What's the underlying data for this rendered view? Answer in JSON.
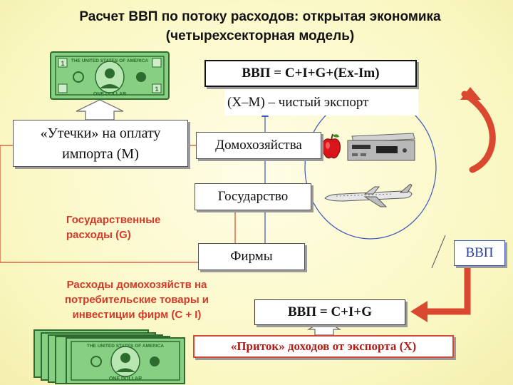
{
  "title": {
    "line1": "Расчет ВВП по потоку расходов: открытая экономика",
    "line2": "(четырехсекторная модель)"
  },
  "formula_top": "ВВП = С+I+G+(Ex-Im)",
  "net_exports": "(X–M) – чистый экспорт",
  "leaks": {
    "line1": "«Утечки» на оплату",
    "line2": "импорта (M)"
  },
  "sectors": {
    "households": "Домохозяйства",
    "state": "Государство",
    "firms": "Фирмы"
  },
  "gov_spending": {
    "line1": "Государственные",
    "line2": "расходы (G)"
  },
  "hh_spending": {
    "line1": "Расходы домохозяйств на",
    "line2": "потребительские товары и",
    "line3": "инвестиции фирм (C + I)"
  },
  "vvp_label": "ВВП",
  "formula_bottom": "ВВП = С+I+G",
  "inflow": "«Приток»  доходов от экспорта  (X)",
  "banknote": {
    "top_text": "THE UNITED STATES OF AMERICA",
    "bottom_text": "ONE DOLLAR",
    "number": "1"
  },
  "colors": {
    "flow_red": "#d9482f",
    "flow_blue": "#3a55c0",
    "accent_text": "#d23a2a",
    "banknote_green": "#7fc77a"
  }
}
